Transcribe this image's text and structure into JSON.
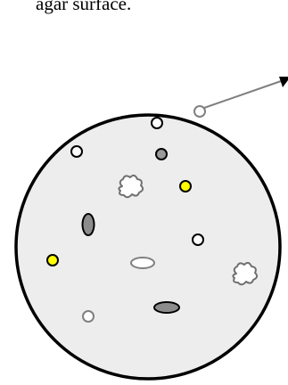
{
  "caption": {
    "text": "agar surface."
  },
  "plate": {
    "fill": "#ededed",
    "outline": "#000000"
  },
  "colonies": [
    {
      "name": "colony-white-small",
      "shape": "circle",
      "fill": "#ffffff",
      "stroke": "#000000"
    },
    {
      "name": "colony-white-small",
      "shape": "circle",
      "fill": "#ffffff",
      "stroke": "#000000"
    },
    {
      "name": "colony-white-small",
      "shape": "circle",
      "fill": "#ffffff",
      "stroke": "#000000"
    },
    {
      "name": "colony-white-gray-outline",
      "shape": "circle",
      "fill": "#ffffff",
      "stroke": "#808080"
    },
    {
      "name": "colony-white-gray-outline",
      "shape": "circle",
      "fill": "#ffffff",
      "stroke": "#808080"
    },
    {
      "name": "colony-gray-small",
      "shape": "circle",
      "fill": "#9a9a9a",
      "stroke": "#000000"
    },
    {
      "name": "colony-yellow",
      "shape": "circle",
      "fill": "#ffff00",
      "stroke": "#000000"
    },
    {
      "name": "colony-yellow",
      "shape": "circle",
      "fill": "#ffff00",
      "stroke": "#000000"
    },
    {
      "name": "colony-gray-oval-vertical",
      "shape": "ellipse",
      "fill": "#8c8c8c",
      "stroke": "#000000"
    },
    {
      "name": "colony-white-oval",
      "shape": "ellipse",
      "fill": "#ffffff",
      "stroke": "#808080"
    },
    {
      "name": "colony-gray-oval-horizontal",
      "shape": "ellipse",
      "fill": "#8c8c8c",
      "stroke": "#000000"
    },
    {
      "name": "colony-irregular",
      "shape": "irregular",
      "fill": "#ffffff",
      "stroke": "#707070"
    },
    {
      "name": "colony-irregular",
      "shape": "irregular",
      "fill": "#ffffff",
      "stroke": "#707070"
    }
  ],
  "pointer": {
    "stroke": "#808080",
    "head_fill": "#000000"
  }
}
